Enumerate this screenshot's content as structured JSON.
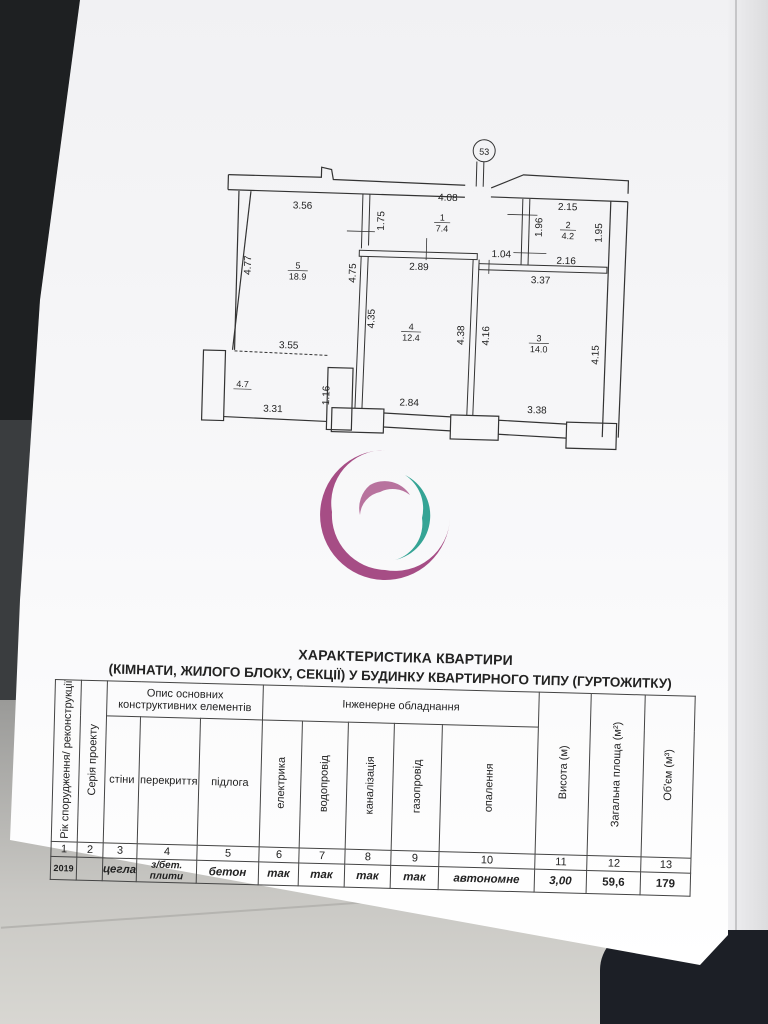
{
  "plan": {
    "marker": "53",
    "rooms": [
      {
        "id": "1",
        "number": "1",
        "area": "7.4"
      },
      {
        "id": "2",
        "number": "2",
        "area": "4.2"
      },
      {
        "id": "3",
        "number": "3",
        "area": "14.0"
      },
      {
        "id": "4",
        "number": "4",
        "area": "12.4"
      },
      {
        "id": "5",
        "number": "5",
        "area": "18.9"
      },
      {
        "id": "balcony",
        "number": "",
        "area": "4.7"
      }
    ],
    "dimensions": {
      "d_356": "3.56",
      "d_408": "4.08",
      "d_215": "2.15",
      "d_175": "1.75",
      "d_196": "1.96",
      "d_195": "1.95",
      "d_477": "4.77",
      "d_475": "4.75",
      "d_289": "2.89",
      "d_104": "1.04",
      "d_216": "2.16",
      "d_337": "3.37",
      "d_435": "4.35",
      "d_438": "4.38",
      "d_416": "4.16",
      "d_415": "4.15",
      "d_355": "3.55",
      "d_116": "1.16",
      "d_331": "3.31",
      "d_284": "2.84",
      "d_338": "3.38"
    }
  },
  "logo": {
    "color_magenta": "#9c3a78",
    "color_teal": "#1f9a8a",
    "icon": "circle-swirl-logo"
  },
  "table": {
    "title": "ХАРАКТЕРИСТИКА КВАРТИРИ",
    "subtitle": "(КІМНАТИ, ЖИЛОГО БЛОКУ, СЕКЦІЇ) У БУДИНКУ КВАРТИРНОГО ТИПУ (ГУРТОЖИТКУ)",
    "headers": {
      "year": "Рік спорудження/ реконструкції",
      "series": "Серія проекту",
      "elements": "Опис основних конструктивних елементів",
      "walls": "стіни",
      "floors_slab": "перекриття",
      "floor": "підлога",
      "engineering": "Інженерне обладнання",
      "electric": "електрика",
      "water": "водопровід",
      "sewer": "каналізація",
      "gas": "газопровід",
      "heating": "опалення",
      "height": "Висота (м)",
      "total_area": "Загальна площа (м²)",
      "volume": "Об'єм (м³)"
    },
    "column_numbers": [
      "1",
      "2",
      "3",
      "4",
      "5",
      "6",
      "7",
      "8",
      "9",
      "10",
      "11",
      "12",
      "13"
    ],
    "values": {
      "year": "2019",
      "series": "",
      "walls": "цегла",
      "floors_slab": "з/бет. плити",
      "floor": "бетон",
      "electric": "так",
      "water": "так",
      "sewer": "так",
      "gas": "так",
      "heating": "автономне",
      "height": "3,00",
      "total_area": "59,6",
      "volume": "179"
    }
  }
}
